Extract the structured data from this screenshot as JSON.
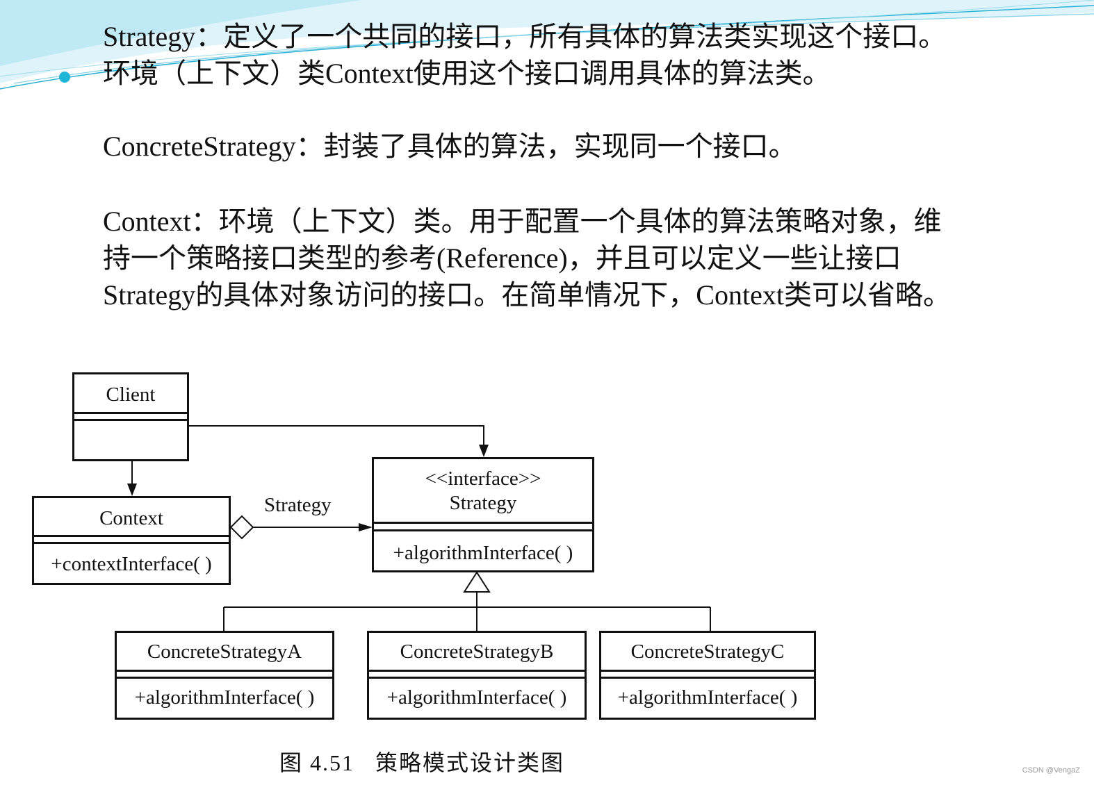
{
  "text": {
    "strategy_line_1": "Strategy：定义了一个共同的接口，所有具体的算法类实现这个接口。",
    "strategy_line_2": "环境（上下文）类Context使用这个接口调用具体的算法类。",
    "concrete_line": "ConcreteStrategy：封装了具体的算法，实现同一个接口。",
    "context_line_1": "Context：环境（上下文）类。用于配置一个具体的算法策略对象，维",
    "context_line_2": "持一个策略接口类型的参考(Reference)，并且可以定义一些让接口",
    "context_line_3": "Strategy的具体对象访问的接口。在简单情况下，Context类可以省略。"
  },
  "diagram": {
    "client": {
      "name": "Client"
    },
    "context": {
      "name": "Context",
      "method": "+contextInterface( )"
    },
    "strategy": {
      "stereotype": "<<interface>>",
      "name": "Strategy",
      "method": "+algorithmInterface( )"
    },
    "association_label": "Strategy",
    "concrete_a": {
      "name": "ConcreteStrategyA",
      "method": "+algorithmInterface( )"
    },
    "concrete_b": {
      "name": "ConcreteStrategyB",
      "method": "+algorithmInterface( )"
    },
    "concrete_c": {
      "name": "ConcreteStrategyC",
      "method": "+algorithmInterface( )"
    },
    "caption": "图 4.51   策略模式设计类图"
  },
  "watermark": "CSDN @VengaZ",
  "colors": {
    "accent": "#1fb5d6",
    "wave_light": "#bfe9f5",
    "line": "#111111"
  }
}
